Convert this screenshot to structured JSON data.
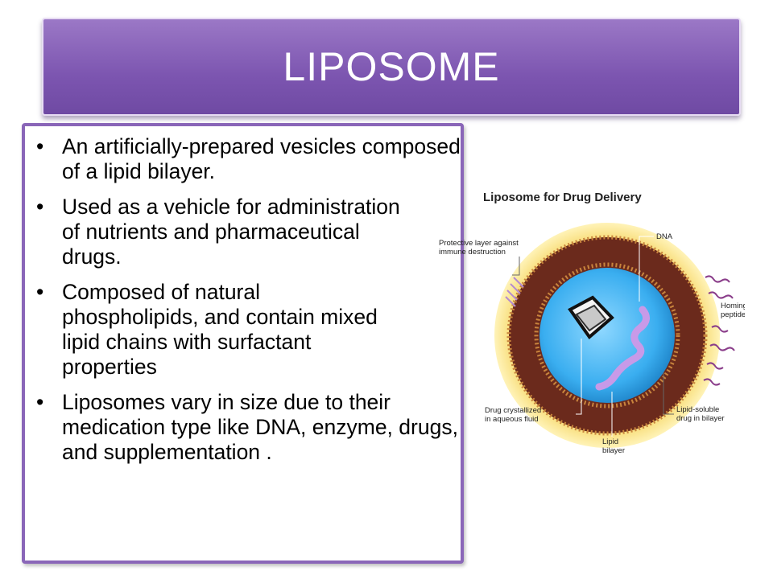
{
  "slide": {
    "title": "LIPOSOME",
    "bullets": [
      "An artificially-prepared vesicles composed of a lipid bilayer.",
      "Used as a vehicle for administration of nutrients and pharmaceutical drugs.",
      "Composed of natural phospholipids, and contain mixed lipid chains with surfactant properties",
      "Liposomes vary in size due to their medication type like DNA, enzyme, drugs, and supplementation ."
    ],
    "bullet_glyph": "•",
    "colors": {
      "title_bg": "#7c55b0",
      "border": "#8a66b8",
      "title_text": "#ffffff"
    }
  },
  "figure": {
    "title": "Liposome for Drug Delivery",
    "labels": {
      "protective_1": "Protective layer against",
      "protective_2": "immune destruction",
      "dna": "DNA",
      "homing_1": "Homing",
      "homing_2": "peptide",
      "drug_cryst_1": "Drug crystallized",
      "drug_cryst_2": "in aqueous fluid",
      "lipid_1": "Lipid",
      "lipid_2": "bilayer",
      "lipid_soluble_1": "Lipid-soluble",
      "lipid_soluble_2": "drug in bilayer"
    }
  }
}
